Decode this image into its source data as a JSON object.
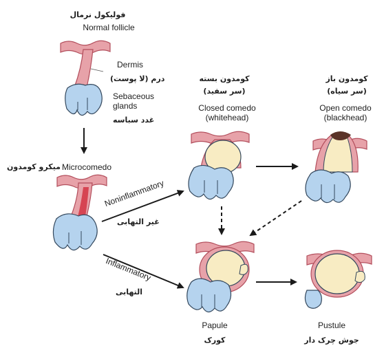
{
  "labels": {
    "normal_fa": "فولیکول نرمال",
    "normal_en": "Normal follicle",
    "dermis_en": "Dermis",
    "dermis_fa": "درم (لا پوست)",
    "sebaceous_en_1": "Sebaceous",
    "sebaceous_en_2": "glands",
    "sebaceous_fa": "غدد سباسه",
    "micro_fa": "میکرو کومدون",
    "micro_en": "Microcomedo",
    "closed_fa_1": "کومدون بسته",
    "closed_fa_2": "(سر سفید)",
    "closed_en_1": "Closed comedo",
    "closed_en_2": "(whitehead)",
    "open_fa_1": "کومدون باز",
    "open_fa_2": "(سر سیاه)",
    "open_en_1": "Open comedo",
    "open_en_2": "(blackhead)",
    "noninflam_en": "Noninflammatory",
    "noninflam_fa": "غیر التهابی",
    "inflam_en": "Inflammatory",
    "inflam_fa": "التهابی",
    "papule_en": "Papule",
    "papule_fa": "کورک",
    "pustule_en": "Pustule",
    "pustule_fa": "جوش چرک دار"
  },
  "colors": {
    "skin": "#e7a2a9",
    "skin_stroke": "#b24d5b",
    "gland": "#b5d3ee",
    "gland_stroke": "#33475c",
    "plug": "#f8ecc3",
    "blackhead": "#5a3328",
    "inflamed": "#d23443",
    "arrow": "#1a1a1a"
  }
}
